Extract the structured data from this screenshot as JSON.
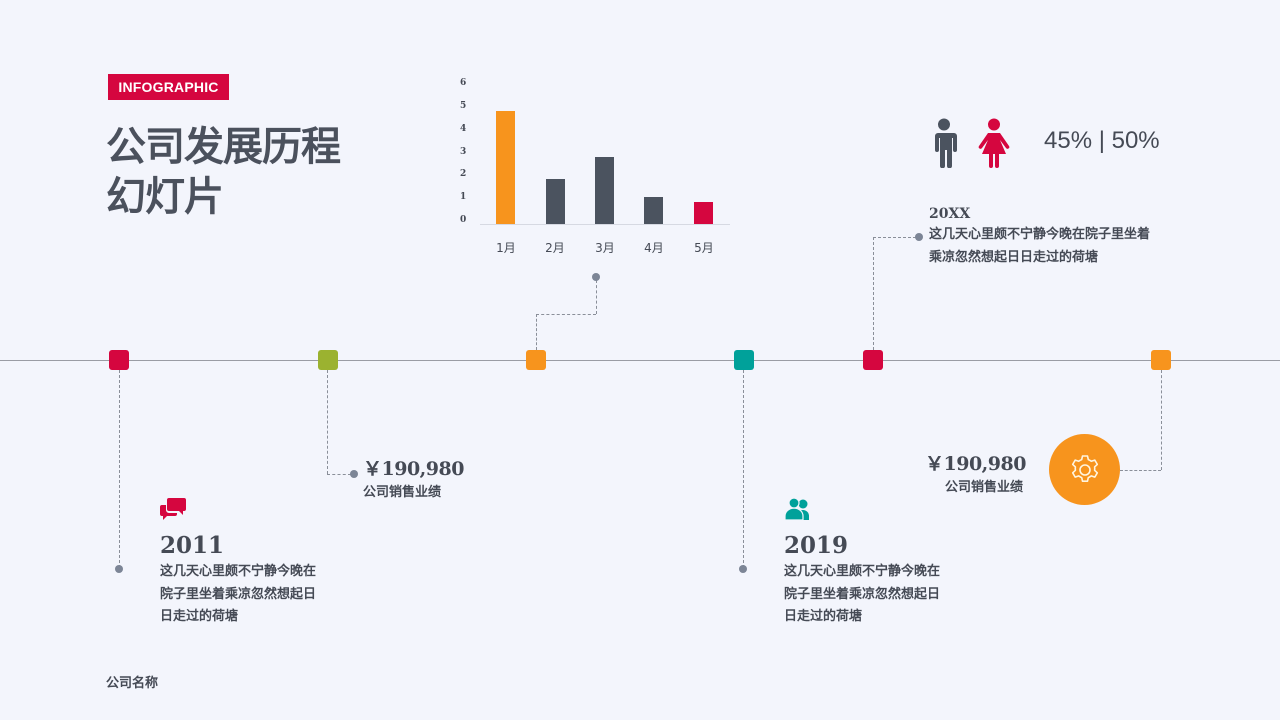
{
  "header": {
    "badge": "INFOGRAPHIC",
    "title_line1": "公司发展历程",
    "title_line2": "幻灯片"
  },
  "colors": {
    "crimson": "#d5063f",
    "olive": "#9bb230",
    "orange": "#f7941d",
    "teal": "#00a19a",
    "slate": "#4b535f",
    "background": "#f3f5fc"
  },
  "chart_data": {
    "type": "bar",
    "title": "",
    "xlabel": "",
    "ylabel": "",
    "categories": [
      "1月",
      "2月",
      "3月",
      "4月",
      "5月"
    ],
    "values": [
      4.8,
      1.9,
      2.9,
      1.2,
      0.95
    ],
    "bar_colors": [
      "#f7941d",
      "#4b535f",
      "#4b535f",
      "#4b535f",
      "#d5063f"
    ],
    "yticks": [
      "0",
      "1",
      "2",
      "3",
      "4",
      "5",
      "6"
    ],
    "ylim": [
      0,
      6
    ],
    "grid": false
  },
  "gender_stat": {
    "male_icon": "male-person-icon",
    "female_icon": "female-person-icon",
    "text": "45% | 50%"
  },
  "timeline": {
    "nodes": [
      {
        "color": "#d5063f"
      },
      {
        "color": "#9bb230"
      },
      {
        "color": "#f7941d"
      },
      {
        "color": "#00a19a"
      },
      {
        "color": "#d5063f"
      },
      {
        "color": "#f7941d"
      }
    ],
    "milestone_20xx": {
      "year": "20XX",
      "line1": "这几天心里颇不宁静今晚在院子里坐着",
      "line2": "乘凉忽然想起日日走过的荷塘"
    },
    "sales_left": {
      "amount": "￥190,980",
      "label": "公司销售业绩"
    },
    "sales_right": {
      "amount": "￥190,980",
      "label": "公司销售业绩",
      "icon": "gear-icon"
    },
    "milestone_2011": {
      "icon": "chat-bubbles-icon",
      "year": "2011",
      "line1": "这几天心里颇不宁静今晚在",
      "line2": "院子里坐着乘凉忽然想起日",
      "line3": "日走过的荷塘"
    },
    "milestone_2019": {
      "icon": "users-icon",
      "year": "2019",
      "line1": "这几天心里颇不宁静今晚在",
      "line2": "院子里坐着乘凉忽然想起日",
      "line3": "日走过的荷塘"
    }
  },
  "footer": {
    "company": "公司名称"
  }
}
